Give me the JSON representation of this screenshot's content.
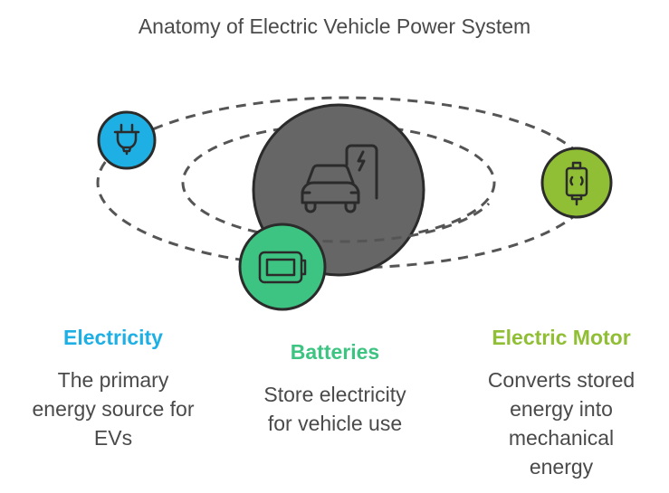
{
  "title": "Anatomy of Electric Vehicle Power System",
  "center": {
    "name": "Electric Vehicle",
    "icon": "car-charging-icon",
    "color": "#666666"
  },
  "components": [
    {
      "id": "electricity",
      "label": "Electricity",
      "description_lines": [
        "The primary",
        "energy source for",
        "EVs"
      ],
      "icon": "plug-icon",
      "color": "#1eb0e4"
    },
    {
      "id": "batteries",
      "label": "Batteries",
      "description_lines": [
        "Store electricity",
        "for vehicle use"
      ],
      "icon": "battery-icon",
      "color": "#3ec482"
    },
    {
      "id": "motor",
      "label": "Electric Motor",
      "description_lines": [
        "Converts stored",
        "energy into",
        "mechanical",
        "energy"
      ],
      "icon": "motor-icon",
      "color": "#90be34"
    }
  ],
  "colors": {
    "outline": "#2b2b2b",
    "orbit": "#555555",
    "text": "#4a4a4a"
  }
}
